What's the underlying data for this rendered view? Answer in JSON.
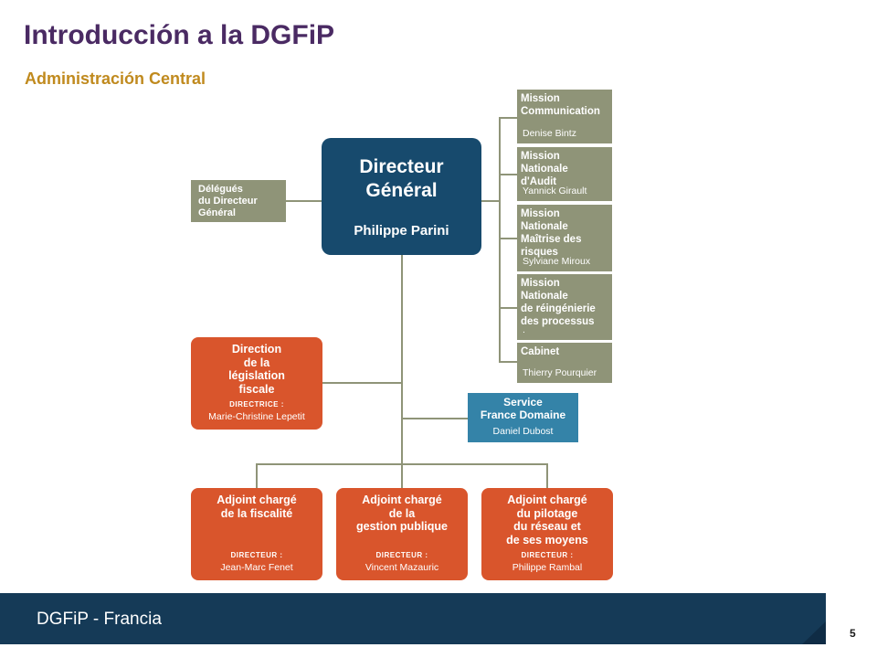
{
  "header": {
    "title": "Introducción a la DGFiP",
    "subtitle": "Administración Central"
  },
  "chart": {
    "director": {
      "title_line1": "Directeur",
      "title_line2": "Général",
      "name": "Philippe Parini"
    },
    "delegues": {
      "line1": "Délégués",
      "line2": "du Directeur",
      "line3": "Général"
    },
    "missions": [
      {
        "name_line1": "Mission",
        "name_line2": "Communication",
        "name_line3": "",
        "person": "Denise Bintz"
      },
      {
        "name_line1": "Mission Nationale",
        "name_line2": "d'Audit",
        "name_line3": "",
        "person": "Yannick Girault"
      },
      {
        "name_line1": "Mission Nationale",
        "name_line2": "Maîtrise des",
        "name_line3": "risques",
        "person": "Sylviane Miroux"
      },
      {
        "name_line1": "Mission Nationale",
        "name_line2": "de réingénierie",
        "name_line3": "des processus",
        "person": "."
      },
      {
        "name_line1": "Cabinet",
        "name_line2": "",
        "name_line3": "",
        "person": "Thierry Pourquier"
      }
    ],
    "legislation": {
      "line1": "Direction",
      "line2": "de la",
      "line3": "législation",
      "line4": "fiscale",
      "role": "DIRECTRICE :",
      "person": "Marie-Christine Lepetit"
    },
    "service_domaine": {
      "line1": "Service",
      "line2": "France Domaine",
      "person": "Daniel Dubost"
    },
    "adjoints": [
      {
        "line1": "Adjoint chargé",
        "line2": "de la fiscalité",
        "line3": "",
        "line4": "",
        "role": "DIRECTEUR :",
        "person": "Jean-Marc Fenet"
      },
      {
        "line1": "Adjoint chargé",
        "line2": "de la",
        "line3": "gestion publique",
        "line4": "",
        "role": "DIRECTEUR :",
        "person": "Vincent Mazauric"
      },
      {
        "line1": "Adjoint chargé",
        "line2": "du pilotage",
        "line3": "du réseau et",
        "line4": "de ses moyens",
        "role": "DIRECTEUR :",
        "person": "Philippe Rambal"
      }
    ]
  },
  "footer": {
    "text": "DGFiP - Francia",
    "page_number": "5"
  },
  "colors": {
    "title": "#4a2a63",
    "subtitle": "#c08a1e",
    "olive": "#8f9478",
    "orange": "#d9552c",
    "navy": "#174a6d",
    "service_blue": "#3483a8",
    "footer": "#153a57"
  }
}
